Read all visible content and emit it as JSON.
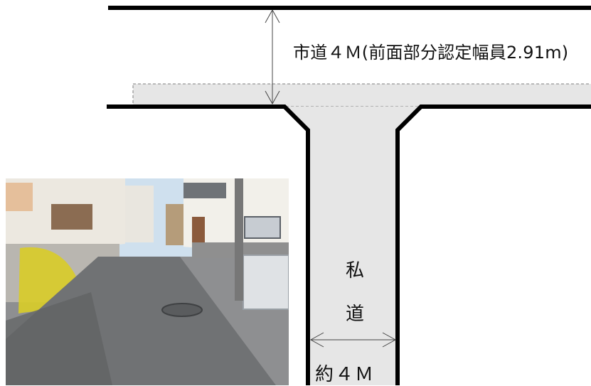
{
  "city_road": {
    "label": "市道４Ｍ(前面部分認定幅員2.91m)"
  },
  "private_road": {
    "char1": "私",
    "char2": "道",
    "width_label": "約４Ｍ"
  },
  "colors": {
    "road_fill": "#e6e6e6",
    "line": "#000000",
    "dashed_border": "#7f7f7f",
    "background": "#ffffff"
  },
  "photo": {
    "subject": "street-view-photo"
  }
}
